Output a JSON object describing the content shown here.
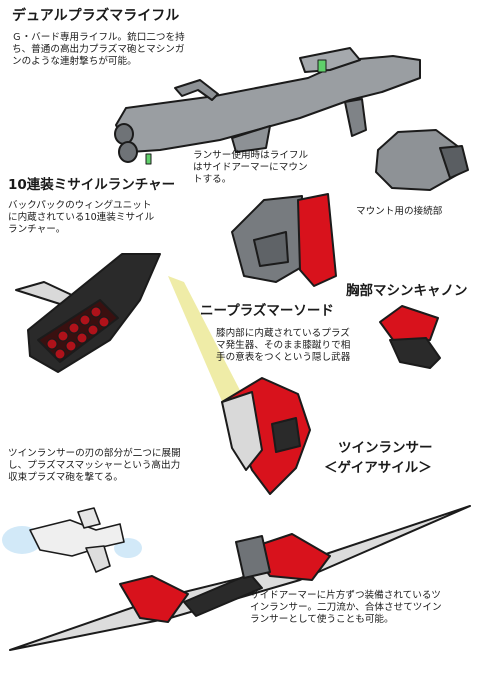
{
  "sections": {
    "rifle": {
      "title": "デュアルプラズマライフル",
      "desc": "Ｇ・バード専用ライフル。銃口二つを持\nち、普通の高出力プラズマ砲とマシンガ\nンのような連射撃ちが可能。"
    },
    "lancer_note": "ランサー使用時はライフル\nはサイドアーマーにマウン\nトする。",
    "mount_note": "マウント用の接続部",
    "missile": {
      "title": "10連装ミサイルランチャー",
      "desc": "バックパックのウィングユニット\nに内蔵されている10連装ミサイル\nランチャー。"
    },
    "chest": {
      "title": "胸部マシンキャノン"
    },
    "knee": {
      "title": "ニープラズマーソード",
      "desc": "膝内部に内蔵されているプラズ\nマ発生器、そのまま膝蹴りで相\n手の意表をつくという隠し武器"
    },
    "twin_lancer": {
      "title": "ツインランサー",
      "subtitle": "＜ゲイアサイル＞"
    },
    "twin_blade_note": "ツインランサーの刃の部分が二つに展開\nし、プラズマスマッシャーという高出力\n収束プラズマ砲を撃てる。",
    "side_armor_note": "サイドアーマーに片方ずつ装備されているツ\nインランサー。二刀流か、合体させてツイン\nランサーとして使うことも可能。"
  },
  "colors": {
    "gun_gray": "#9a9ea2",
    "outline": "#1b1b1b",
    "armor_red": "#d8121c",
    "dark": "#2a2a2a",
    "missile_red": "#b0121a",
    "glow": "#e9e58a"
  }
}
